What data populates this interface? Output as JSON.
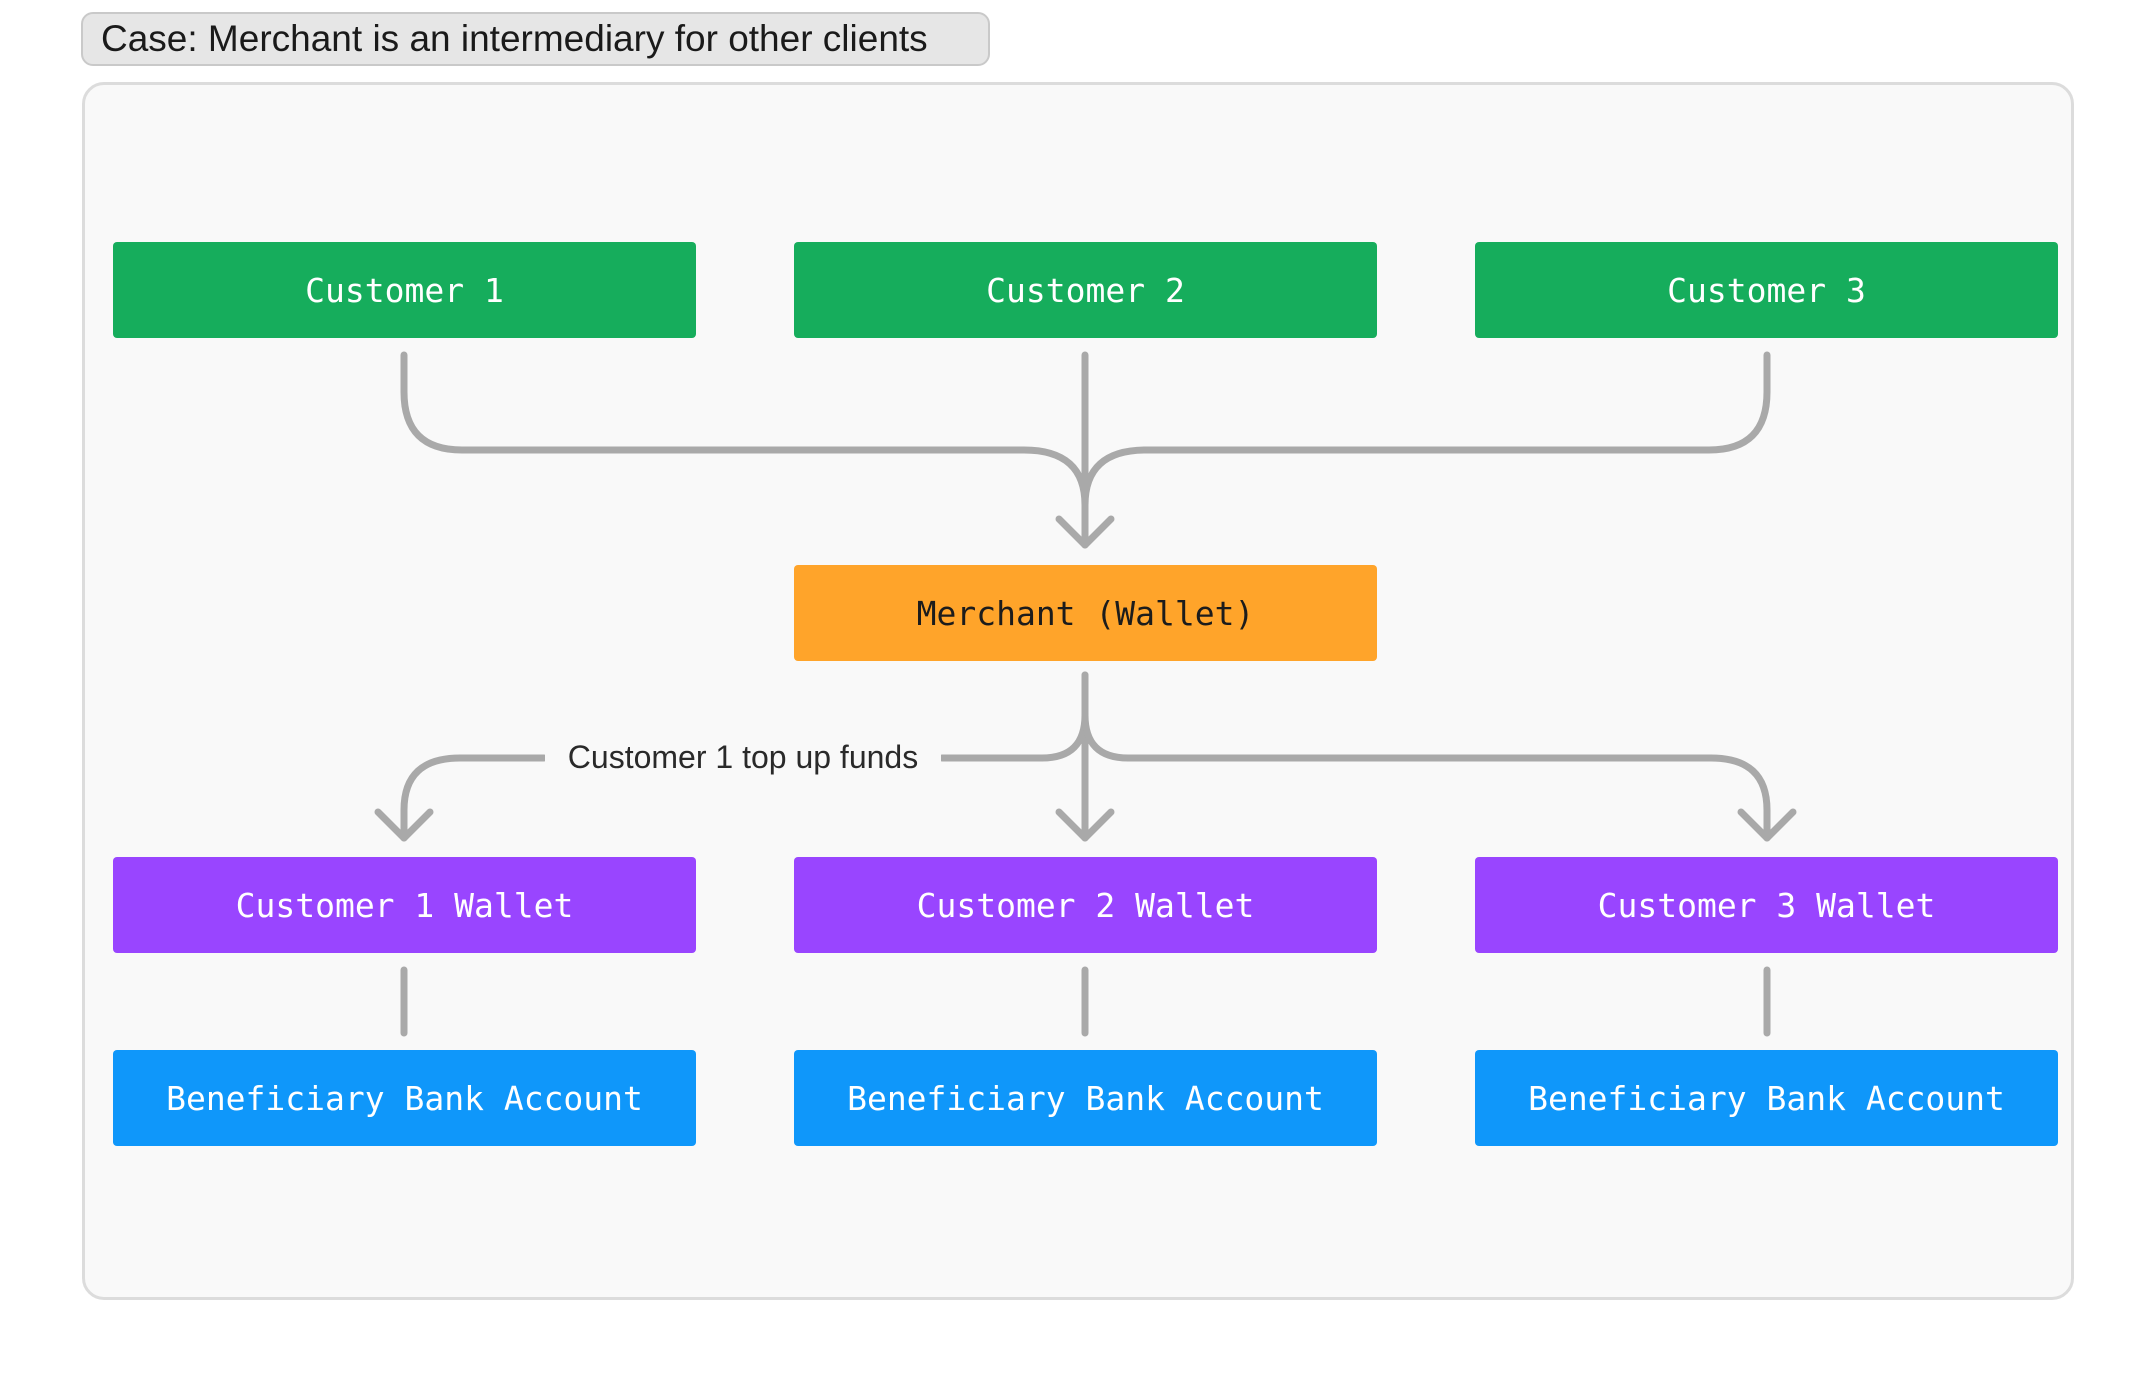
{
  "case_title": "Case: Merchant is an intermediary for other clients",
  "colors": {
    "customer": "#16ad5c",
    "merchant": "#ffa42a",
    "wallet": "#9945ff",
    "bank": "#0f97fa",
    "connector": "#a9a9a9"
  },
  "customers": [
    {
      "label": "Customer 1"
    },
    {
      "label": "Customer 2"
    },
    {
      "label": "Customer 3"
    }
  ],
  "merchant": {
    "label": "Merchant (Wallet)"
  },
  "edge_label": "Customer 1 top up funds",
  "wallets": [
    {
      "label": "Customer 1 Wallet"
    },
    {
      "label": "Customer 2 Wallet"
    },
    {
      "label": "Customer 3 Wallet"
    }
  ],
  "banks": [
    {
      "label": "Beneficiary Bank Account"
    },
    {
      "label": "Beneficiary Bank Account"
    },
    {
      "label": "Beneficiary Bank Account"
    }
  ]
}
